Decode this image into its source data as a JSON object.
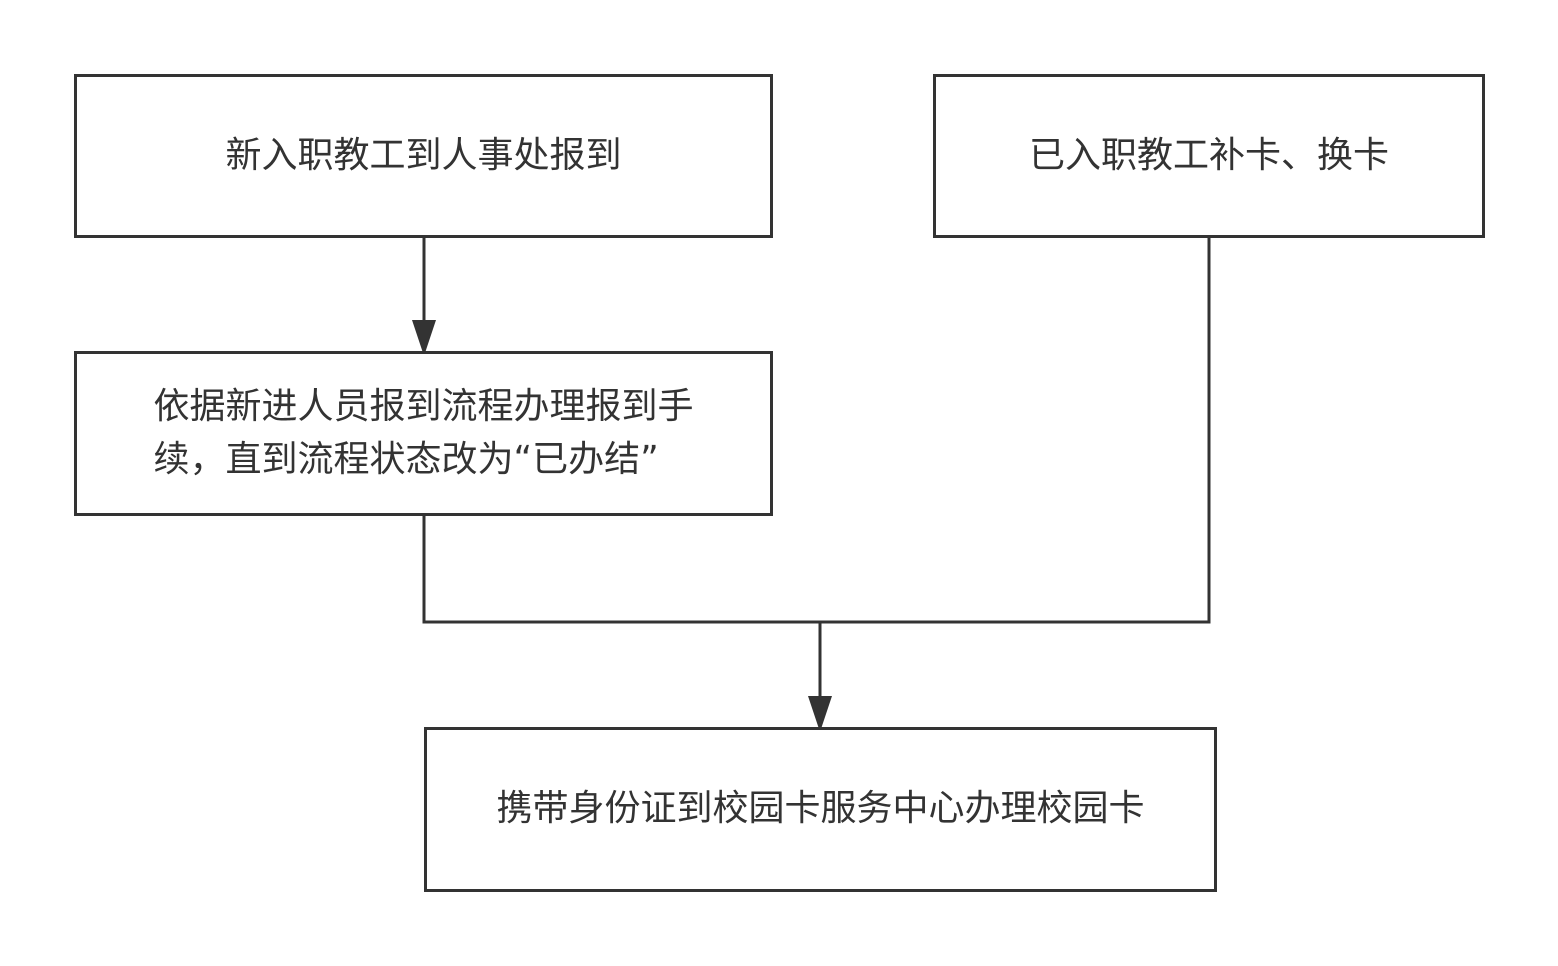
{
  "colors": {
    "stroke": "#333333",
    "text": "#333333",
    "background": "#ffffff"
  },
  "nodes": {
    "new_staff": {
      "label": "新入职教工到人事处报到"
    },
    "existing_staff": {
      "label": "已入职教工补卡、换卡"
    },
    "onboarding": {
      "line1": "依据新进人员报到流程办理报到手",
      "line2": "续，直到流程状态改为“已办结”"
    },
    "service_center": {
      "label": "携带身份证到校园卡服务中心办理校园卡"
    }
  },
  "edges": [
    {
      "from": "new_staff",
      "to": "onboarding",
      "arrow": true
    },
    {
      "from": "onboarding",
      "to": "service_center",
      "arrow": true
    },
    {
      "from": "existing_staff",
      "to": "service_center",
      "arrow": true
    }
  ]
}
